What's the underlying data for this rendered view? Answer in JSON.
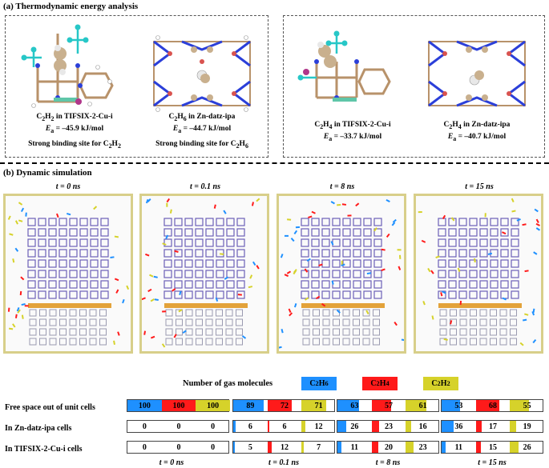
{
  "section_a": {
    "title": "(a) Thermodynamic energy analysis",
    "captions": [
      {
        "formula": "C",
        "sub": "2",
        "formula2": "H",
        "sub2": "2",
        "rest": " in TIFSIX-2-Cu-i",
        "energy_label": "E",
        "energy_sub": "a",
        "energy_val": " = –45.9 kJ/mol",
        "note": "Strong binding site for C",
        "note_sub": "2",
        "note_h": "H",
        "note_sub2": "2"
      },
      {
        "formula": "C",
        "sub": "2",
        "formula2": "H",
        "sub2": "6",
        "rest": " in Zn-datz-ipa",
        "energy_label": "E",
        "energy_sub": "a",
        "energy_val": " = –44.7 kJ/mol",
        "note": "Strong binding site for C",
        "note_sub": "2",
        "note_h": "H",
        "note_sub2": "6"
      },
      {
        "formula": "C",
        "sub": "2",
        "formula2": "H",
        "sub2": "4",
        "rest": " in TIFSIX-2-Cu-i",
        "energy_label": "E",
        "energy_sub": "a",
        "energy_val": " = –33.7 kJ/mol"
      },
      {
        "formula": "C",
        "sub": "2",
        "formula2": "H",
        "sub2": "4",
        "rest": " in Zn-datz-ipa",
        "energy_label": "E",
        "energy_sub": "a",
        "energy_val": " = –40.7 kJ/mol"
      }
    ]
  },
  "section_b": {
    "title": "(b) Dynamic simulation",
    "panel_times": [
      "t = 0 ns",
      "t = 0.1 ns",
      "t = 8 ns",
      "t = 15 ns"
    ],
    "legend_title": "Number of gas molecules",
    "legend": [
      {
        "label_c": "C",
        "sub1": "2",
        "label_h": "H",
        "sub2": "6",
        "color": "#1e90ff"
      },
      {
        "label_c": "C",
        "sub1": "2",
        "label_h": "H",
        "sub2": "4",
        "color": "#ff1a1a"
      },
      {
        "label_c": "C",
        "sub1": "2",
        "label_h": "H",
        "sub2": "2",
        "color": "#d6d22a"
      }
    ],
    "rows": [
      {
        "label": "Free space out of unit cells",
        "values": [
          [
            100,
            100,
            100
          ],
          [
            89,
            72,
            71
          ],
          [
            63,
            57,
            61
          ],
          [
            53,
            68,
            55
          ]
        ]
      },
      {
        "label": "In Zn-datz-ipa cells",
        "values": [
          [
            0,
            0,
            0
          ],
          [
            6,
            6,
            12
          ],
          [
            26,
            23,
            16
          ],
          [
            36,
            17,
            19
          ]
        ]
      },
      {
        "label": "In TIFSIX-2-Cu-i cells",
        "values": [
          [
            0,
            0,
            0
          ],
          [
            5,
            12,
            7
          ],
          [
            11,
            20,
            23
          ],
          [
            11,
            15,
            26
          ]
        ]
      }
    ],
    "bottom_times": [
      "t = 0 ns",
      "t = 0.1 ns",
      "t = 8 ns",
      "t = 15 ns"
    ]
  },
  "colors": {
    "c2h6": "#1e90ff",
    "c2h4": "#ff1a1a",
    "c2h2": "#d6d22a"
  }
}
